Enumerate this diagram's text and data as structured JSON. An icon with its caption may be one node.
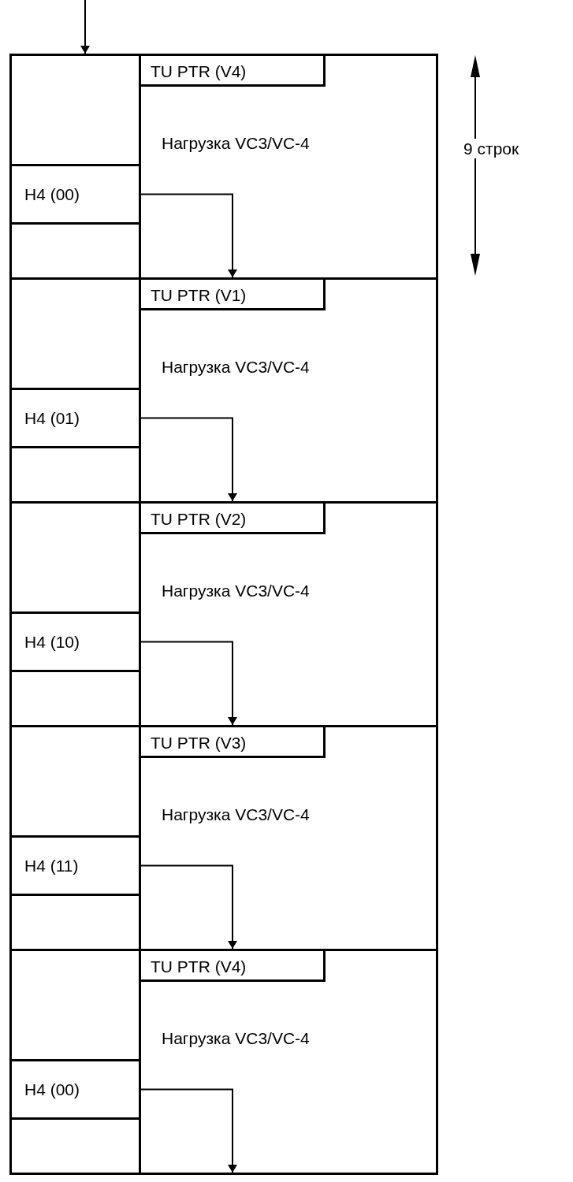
{
  "diagram": {
    "nodes": [
      {
        "text": [],
        "shape": "box"
      },
      {
        "text": [
          "Нагрузка VC3/VC-4"
        ]
      },
      {
        "text": [
          "TU PTR (V4)"
        ],
        "in": 1
      },
      {
        "text": [
          "H4 (00)"
        ]
      },
      {
        "text": [],
        "shape": "box"
      },
      {
        "text": [],
        "shape": "box"
      },
      {
        "text": [
          "Нагрузка VC3/VC-4"
        ]
      },
      {
        "text": [
          "TU PTR (V1)"
        ],
        "in": 6
      },
      {
        "text": [
          "H4 (01)"
        ]
      },
      {
        "text": [],
        "shape": "box"
      },
      {
        "text": [],
        "shape": "box"
      },
      {
        "text": [
          "Нагрузка VC3/VC-4"
        ]
      },
      {
        "text": [
          "TU PTR (V2)"
        ],
        "in": 11
      },
      {
        "text": [
          "H4 (10)"
        ]
      },
      {
        "text": [],
        "shape": "box"
      },
      {
        "text": [],
        "shape": "box"
      },
      {
        "text": [
          "Нагрузка VC3/VC-4"
        ]
      },
      {
        "text": [
          "TU PTR (V3)"
        ],
        "in": 16
      },
      {
        "text": [
          "H4 (11)"
        ]
      },
      {
        "text": [],
        "shape": "box"
      },
      {
        "text": [],
        "shape": "box"
      },
      {
        "text": [
          "Нагрузка VC3/VC-4"
        ]
      },
      {
        "text": [
          "TU PTR (V4)"
        ],
        "in": 21
      },
      {
        "text": [
          "H4 (00)"
        ]
      },
      {
        "text": [],
        "shape": "box"
      }
    ],
    "edges": [
      {
        "from": null,
        "to": 0,
        "arrow": "to"
      },
      {
        "from": 3,
        "to": 6,
        "arrow": "to"
      },
      {
        "from": 8,
        "to": 11,
        "arrow": "to"
      },
      {
        "from": 13,
        "to": 16,
        "arrow": "to"
      },
      {
        "from": 18,
        "to": 21,
        "arrow": "to"
      },
      {
        "from": 23,
        "to": 21,
        "arrow": "to"
      }
    ],
    "labels": [
      "9 строк"
    ]
  }
}
